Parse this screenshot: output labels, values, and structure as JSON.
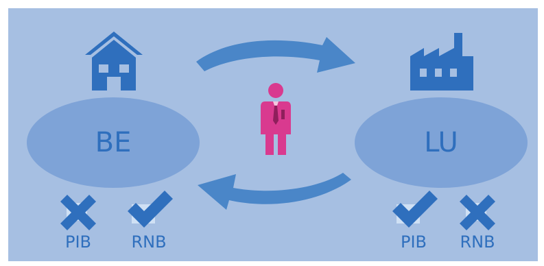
{
  "colors": {
    "background": "#a6bfe2",
    "ellipse": "#7ea3d7",
    "icon": "#2f6fbd",
    "arrow": "#4a86c8",
    "person": "#d93a8f",
    "checkbox": "#cfe0f4"
  },
  "icons": {
    "house": "house-icon",
    "factory": "factory-icon",
    "person": "businessperson-icon",
    "arrow_top": "curved-arrow-right-icon",
    "arrow_bottom": "curved-arrow-left-icon",
    "cross": "cross-icon",
    "check": "checkmark-icon"
  },
  "left": {
    "country": "BE",
    "items": [
      {
        "label": "PIB",
        "mark": "cross"
      },
      {
        "label": "RNB",
        "mark": "check"
      }
    ]
  },
  "right": {
    "country": "LU",
    "items": [
      {
        "label": "PIB",
        "mark": "check"
      },
      {
        "label": "RNB",
        "mark": "cross"
      }
    ]
  }
}
